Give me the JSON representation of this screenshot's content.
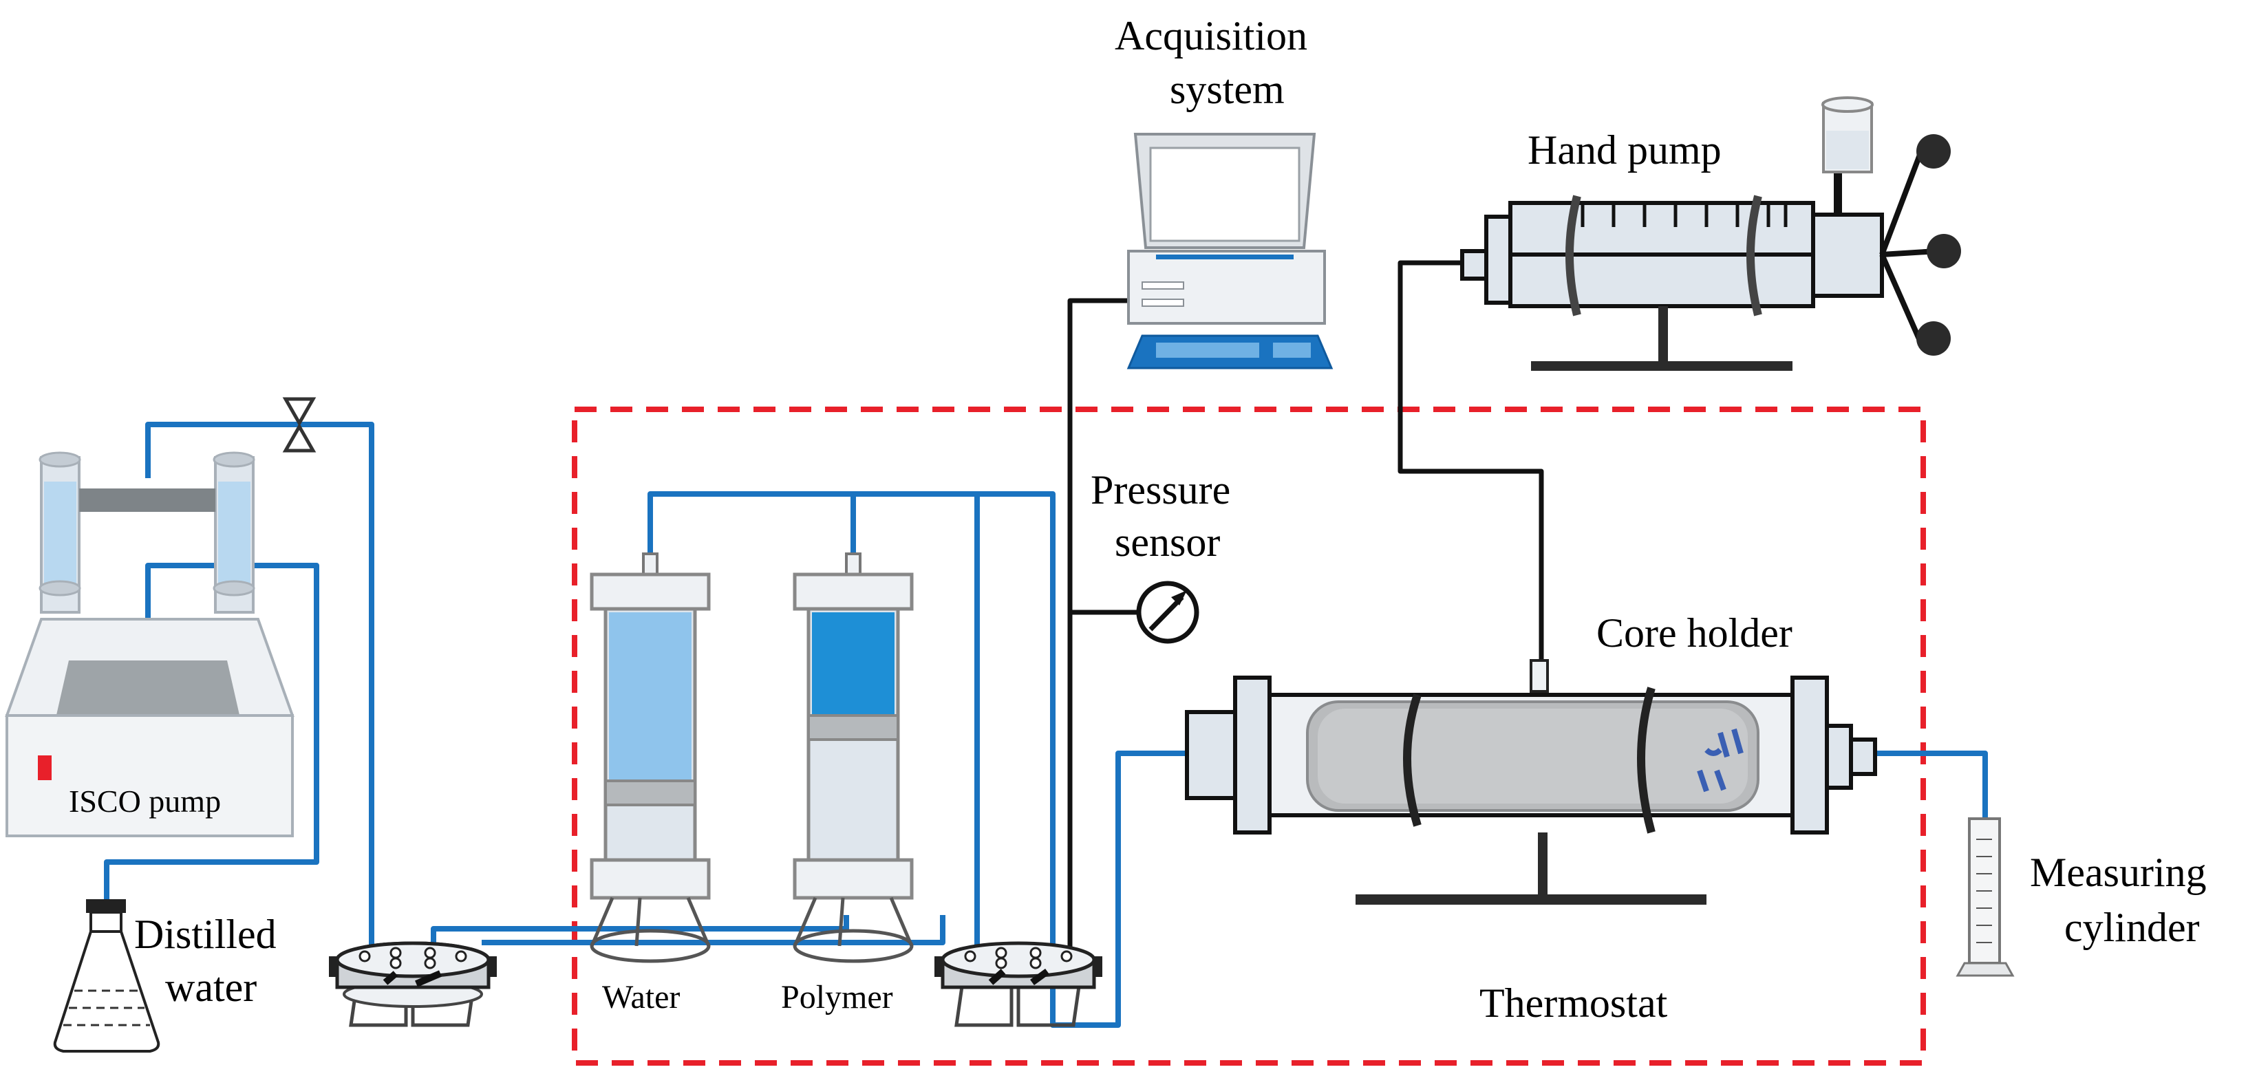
{
  "labels": {
    "acquisition_line1": "Acquisition",
    "acquisition_line2": "system",
    "hand_pump": "Hand pump",
    "pressure_line1": "Pressure",
    "pressure_line2": "sensor",
    "core_holder": "Core holder",
    "isco_pump": "ISCO pump",
    "distilled_line1": "Distilled",
    "distilled_line2": "water",
    "water": "Water",
    "polymer": "Polymer",
    "thermostat": "Thermostat",
    "measuring_line1": "Measuring",
    "measuring_line2": "cylinder"
  },
  "colors": {
    "tubing_blue": "#1a73c0",
    "signal_black": "#111111",
    "thermostat_border": "#e8202a",
    "water_fill": "#8fc4ec",
    "polymer_fill": "#1e8fd6",
    "equipment_gray": "#dfe6ed",
    "isco_indicator": "#e8202a"
  },
  "icons": {
    "needle_valve": "valve-icon",
    "pressure_gauge": "gauge-icon",
    "six_port_valve": "six-way-valve-icon"
  }
}
